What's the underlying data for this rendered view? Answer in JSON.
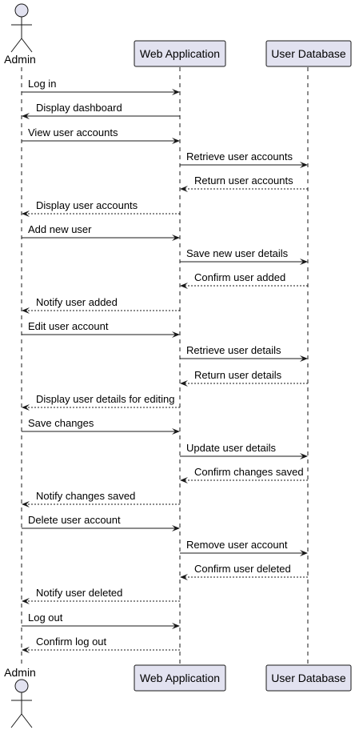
{
  "participants": [
    {
      "id": "admin",
      "kind": "actor",
      "label": "Admin"
    },
    {
      "id": "web",
      "kind": "box",
      "label": "Web Application"
    },
    {
      "id": "db",
      "kind": "box",
      "label": "User Database"
    }
  ],
  "messages": [
    {
      "from": "admin",
      "to": "web",
      "label": "Log in",
      "style": "solid"
    },
    {
      "from": "web",
      "to": "admin",
      "label": "Display dashboard",
      "style": "solid"
    },
    {
      "from": "admin",
      "to": "web",
      "label": "View user accounts",
      "style": "solid"
    },
    {
      "from": "web",
      "to": "db",
      "label": "Retrieve user accounts",
      "style": "solid"
    },
    {
      "from": "db",
      "to": "web",
      "label": "Return user accounts",
      "style": "dashed"
    },
    {
      "from": "web",
      "to": "admin",
      "label": "Display user accounts",
      "style": "dashed"
    },
    {
      "from": "admin",
      "to": "web",
      "label": "Add new user",
      "style": "solid"
    },
    {
      "from": "web",
      "to": "db",
      "label": "Save new user details",
      "style": "solid"
    },
    {
      "from": "db",
      "to": "web",
      "label": "Confirm user added",
      "style": "dashed"
    },
    {
      "from": "web",
      "to": "admin",
      "label": "Notify user added",
      "style": "dashed"
    },
    {
      "from": "admin",
      "to": "web",
      "label": "Edit user account",
      "style": "solid"
    },
    {
      "from": "web",
      "to": "db",
      "label": "Retrieve user details",
      "style": "solid"
    },
    {
      "from": "db",
      "to": "web",
      "label": "Return user details",
      "style": "dashed"
    },
    {
      "from": "web",
      "to": "admin",
      "label": "Display user details for editing",
      "style": "dashed"
    },
    {
      "from": "admin",
      "to": "web",
      "label": "Save changes",
      "style": "solid"
    },
    {
      "from": "web",
      "to": "db",
      "label": "Update user details",
      "style": "solid"
    },
    {
      "from": "db",
      "to": "web",
      "label": "Confirm changes saved",
      "style": "dashed"
    },
    {
      "from": "web",
      "to": "admin",
      "label": "Notify changes saved",
      "style": "dashed"
    },
    {
      "from": "admin",
      "to": "web",
      "label": "Delete user account",
      "style": "solid"
    },
    {
      "from": "web",
      "to": "db",
      "label": "Remove user account",
      "style": "solid"
    },
    {
      "from": "db",
      "to": "web",
      "label": "Confirm user deleted",
      "style": "dashed"
    },
    {
      "from": "web",
      "to": "admin",
      "label": "Notify user deleted",
      "style": "dashed"
    },
    {
      "from": "admin",
      "to": "web",
      "label": "Log out",
      "style": "solid"
    },
    {
      "from": "web",
      "to": "admin",
      "label": "Confirm log out",
      "style": "dashed"
    }
  ],
  "colors": {
    "participant_fill": "#e2e2f0",
    "participant_border": "#181818",
    "lifeline": "#181818",
    "arrow": "#181818"
  }
}
